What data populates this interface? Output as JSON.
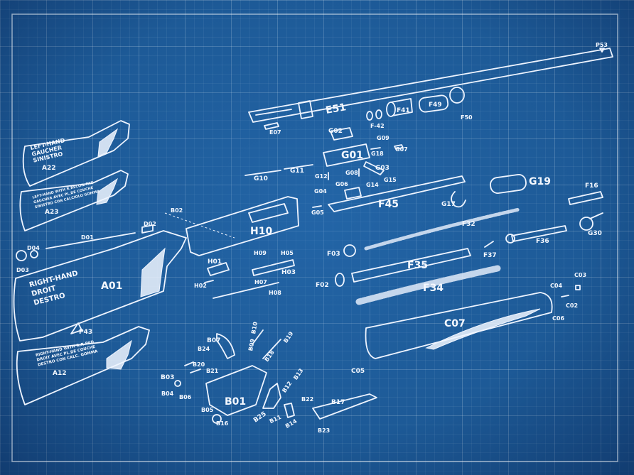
{
  "colors": {
    "background": "#1d5a97",
    "lines": "#eef4ff"
  },
  "parts": {
    "E51": "E51",
    "F41": "F41",
    "F49": "F49",
    "F50": "F50",
    "F42": "F-42",
    "E07": "E07",
    "P53": "P53",
    "G02": "G02",
    "G01": "G01",
    "G09": "G09",
    "G18": "G18",
    "G07": "G07",
    "G03": "G03",
    "G10": "G10",
    "G11": "G11",
    "G12": "G12",
    "G08": "G08",
    "G06": "G06",
    "G14": "G14",
    "G15": "G15",
    "G04": "G04",
    "G05": "G05",
    "F45": "F45",
    "G17": "G17",
    "G19": "G19",
    "F16": "F16",
    "G30": "G30",
    "F32": "F32",
    "F36": "F36",
    "F37": "F37",
    "F03": "F03",
    "F35": "F35",
    "F02": "F02",
    "F34": "F34",
    "C07": "C07",
    "C05": "C05",
    "C04": "C04",
    "C03": "C03",
    "C02": "C02",
    "C06": "C06",
    "H10": "H10",
    "B02": "B02",
    "H09": "H09",
    "H05": "H05",
    "H01": "H01",
    "H03": "H03",
    "H02": "H02",
    "H07": "H07",
    "H08": "H08",
    "D01": "D01",
    "D02": "D02",
    "D04": "D04",
    "D03": "D03",
    "A01": "A01",
    "A22": "A22",
    "A23": "A23",
    "A12": "A12",
    "P43": "P43",
    "B07": "B07",
    "B10": "B10",
    "B09": "B09",
    "B19": "B19",
    "B24": "B24",
    "B18": "B18",
    "B20": "B20",
    "B21": "B21",
    "B03": "B03",
    "B13": "B13",
    "B12": "B12",
    "B04": "B04",
    "B06": "B06",
    "B01": "B01",
    "B22": "B22",
    "B17": "B17",
    "B05": "B05",
    "B25": "B25",
    "B11": "B11",
    "B14": "B14",
    "B16": "B16",
    "B23": "B23"
  },
  "captions": {
    "a22": [
      "LEFT-HAND",
      "GAUCHER",
      "SINISTRO"
    ],
    "a23": [
      "LEFT-HAND WITH R.RECOIL PAD",
      "GAUCHER AVEC PL.DE COUCHE",
      "SINISTRO CON CALCIOLO GOMMA"
    ],
    "a01": [
      "RIGHT-HAND",
      "DROIT",
      "DESTRO"
    ],
    "a12": [
      "RIGHT-HAND WITH R.R.PAD",
      "DROIT AVEC PL.DE COUCHE",
      "DESTRO CON CALC. GOMMA"
    ]
  }
}
